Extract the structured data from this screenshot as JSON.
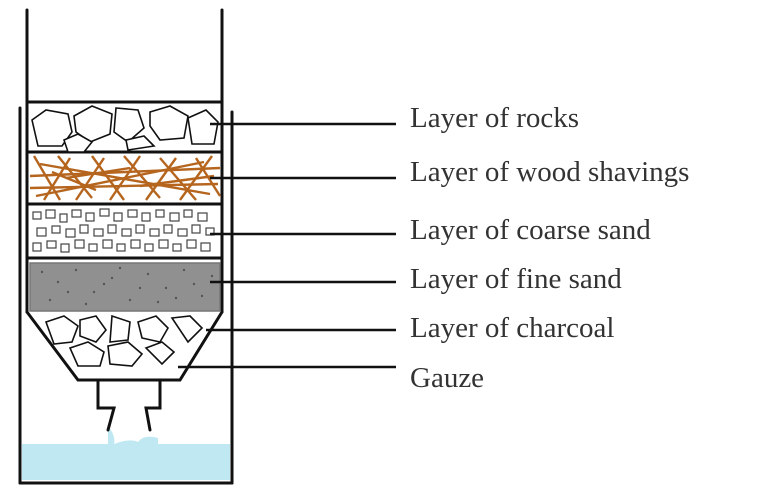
{
  "labels": {
    "rocks": "Layer of rocks",
    "wood": "Layer of wood shavings",
    "coarse_sand": "Layer of coarse sand",
    "fine_sand": "Layer of fine sand",
    "charcoal": "Layer of charcoal",
    "gauze": "Gauze"
  },
  "colors": {
    "outline": "#111111",
    "wood": "#b5651d",
    "fine_sand": "#909090",
    "water": "#bfe8f3",
    "text": "#333333"
  }
}
